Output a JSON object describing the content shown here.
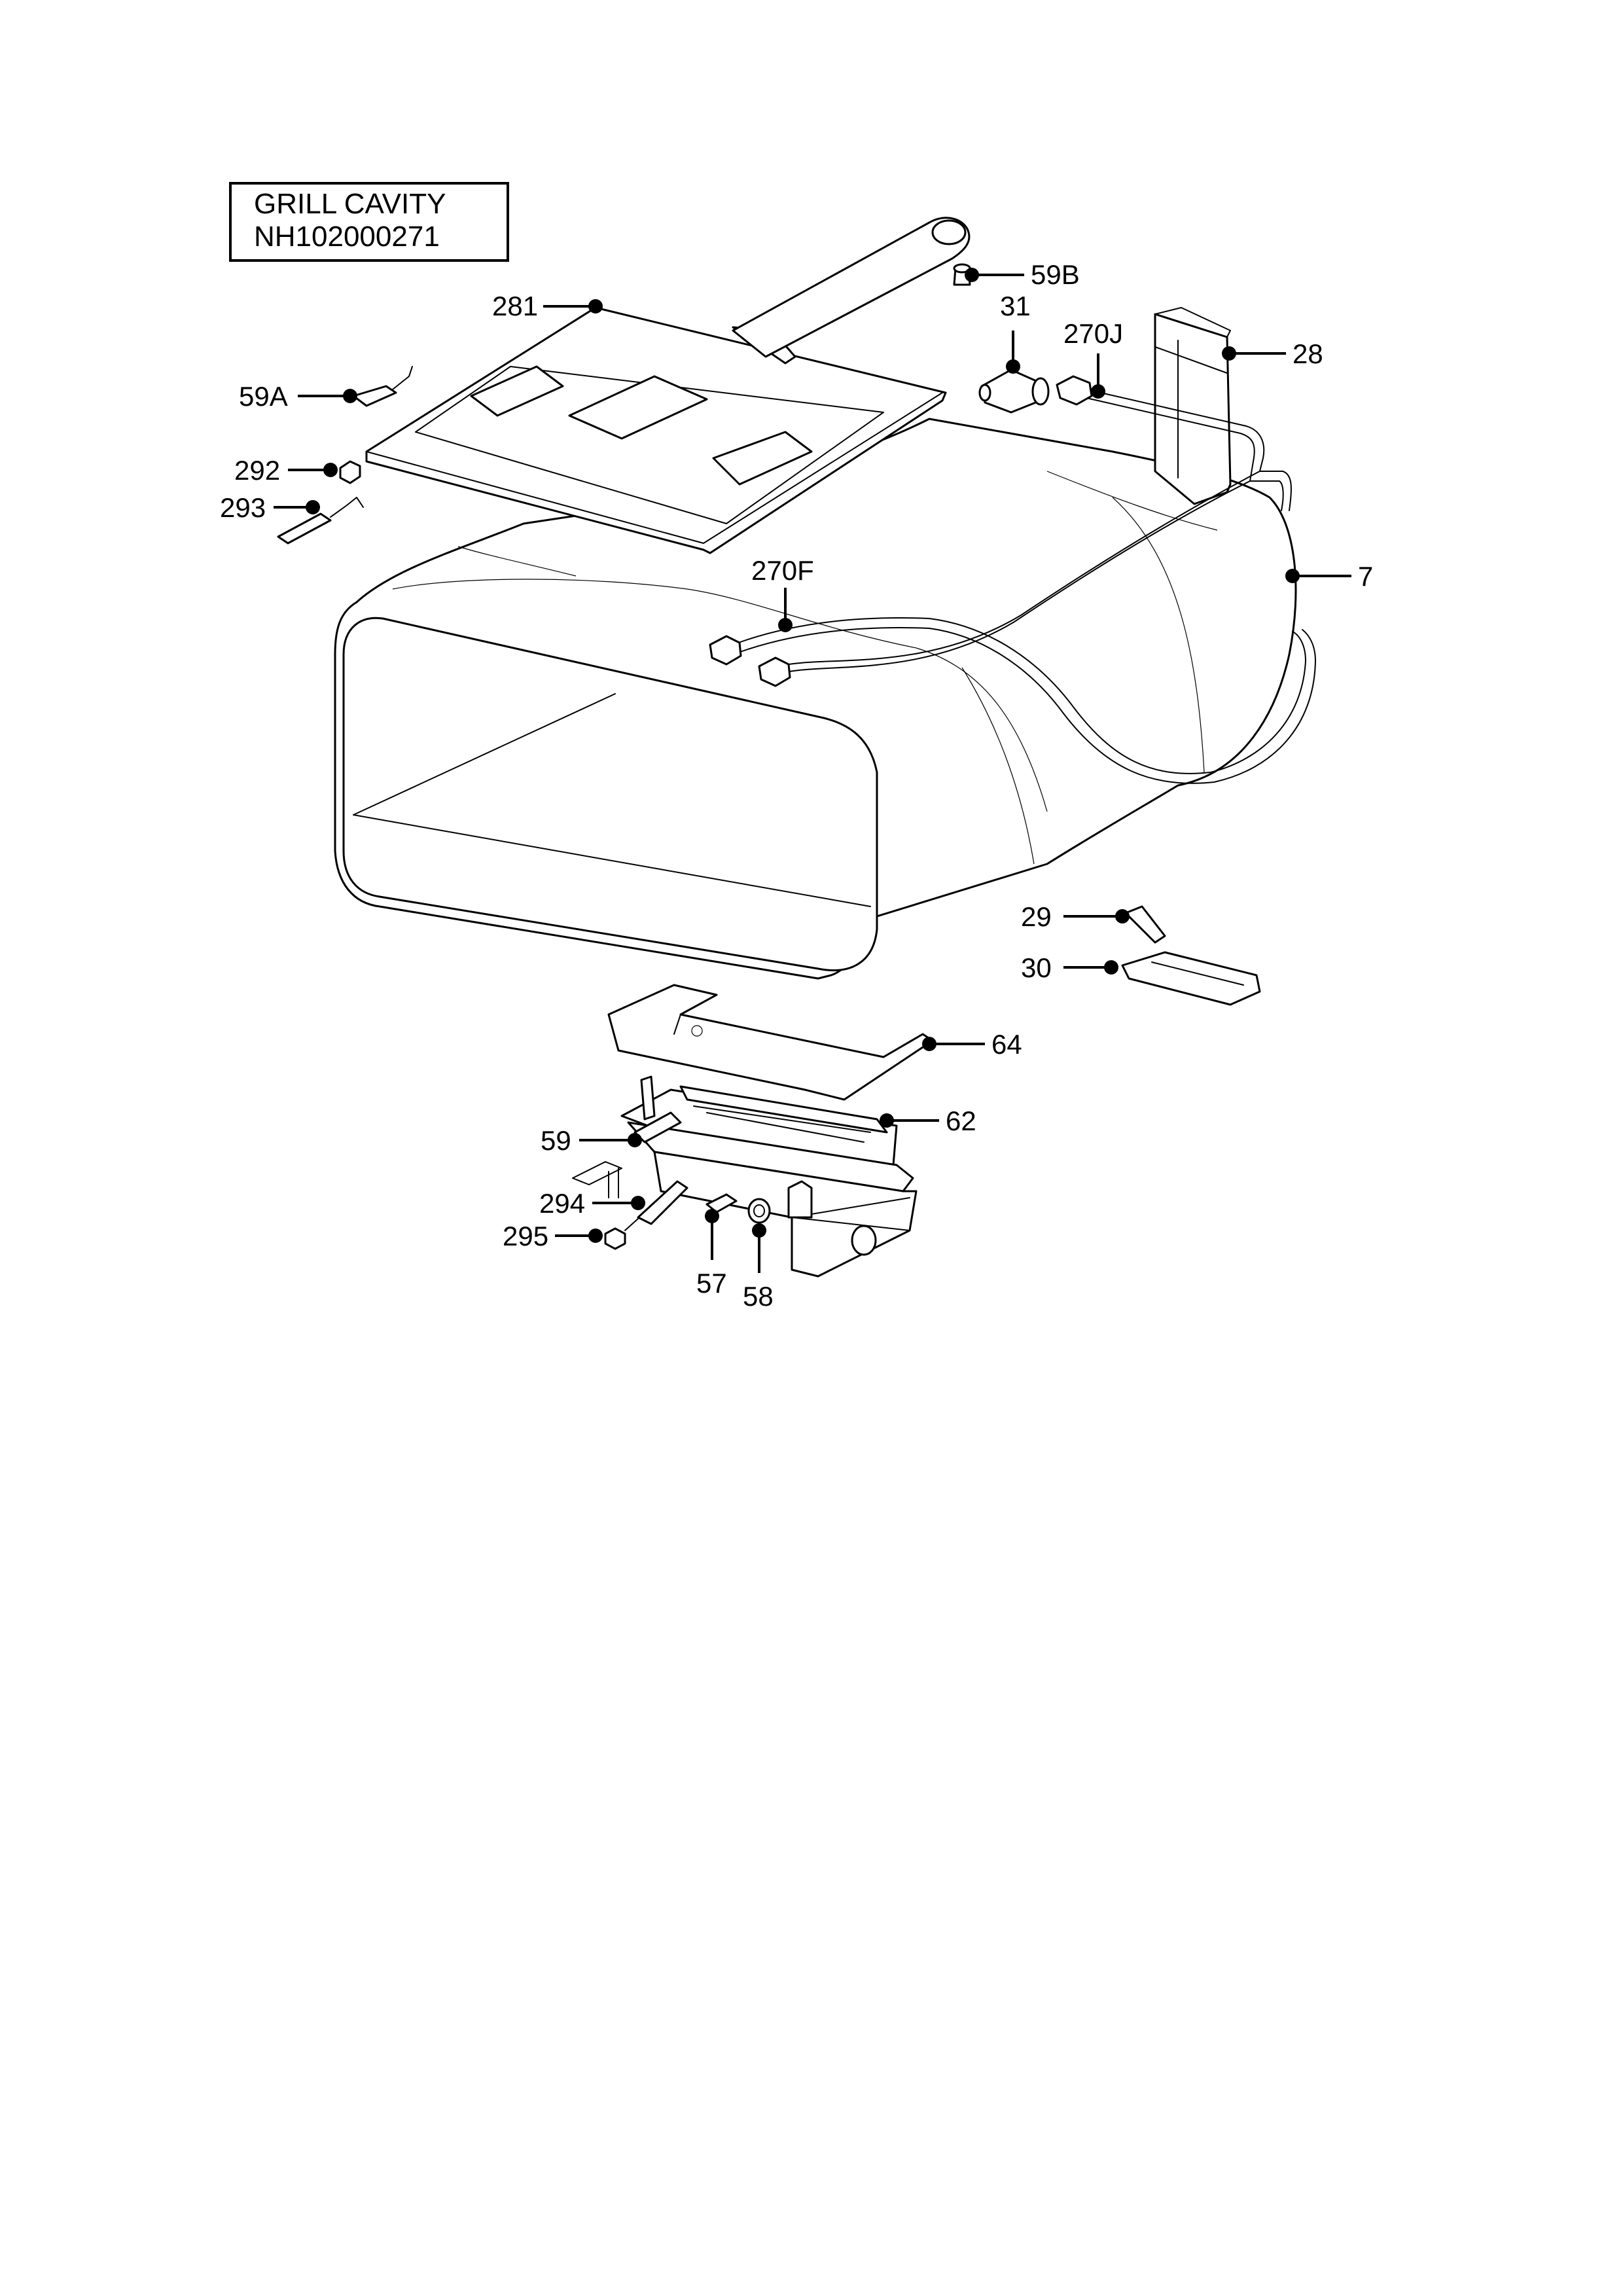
{
  "title_box": {
    "line1": "GRILL CAVITY",
    "line2": "NH102000271"
  },
  "callouts": {
    "p59B": "59B",
    "p31": "31",
    "p270J": "270J",
    "p28": "28",
    "p281": "281",
    "p59A": "59A",
    "p292": "292",
    "p293": "293",
    "p270F": "270F",
    "p7": "7",
    "p29": "29",
    "p30": "30",
    "p64": "64",
    "p62": "62",
    "p59": "59",
    "p294": "294",
    "p295": "295",
    "p57": "57",
    "p58": "58"
  }
}
